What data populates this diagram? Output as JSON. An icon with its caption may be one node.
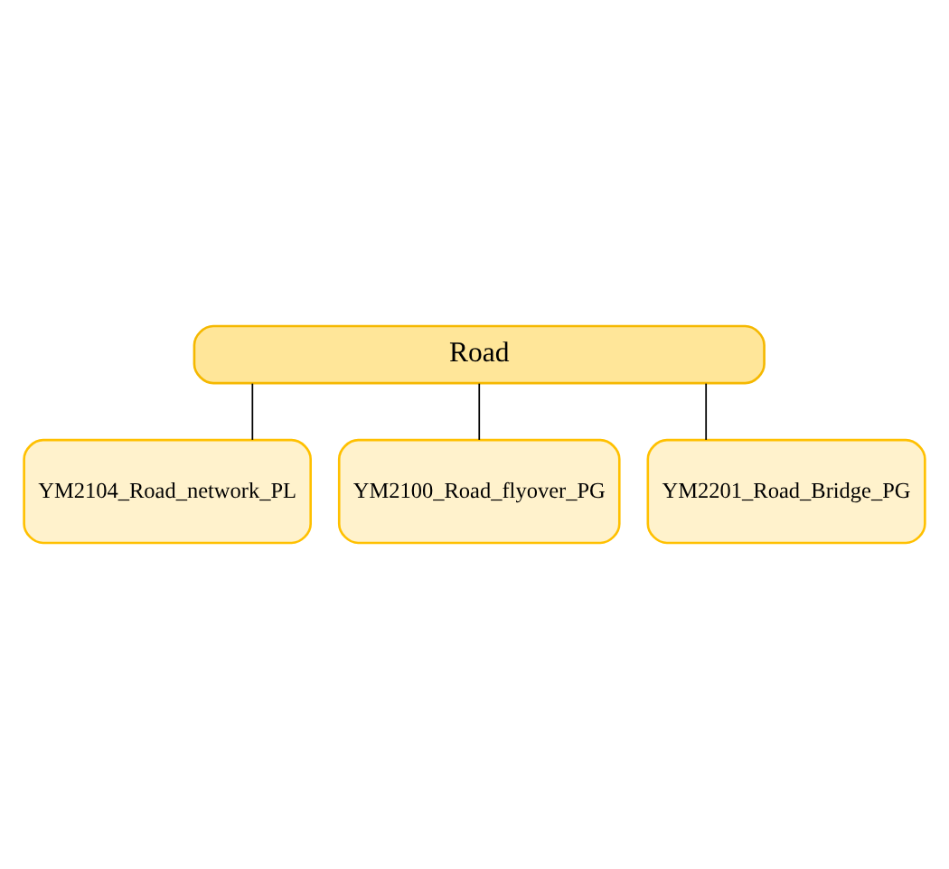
{
  "diagram": {
    "nodes": [
      {
        "text": [
          "Road"
        ]
      },
      {
        "text": [
          "YM2104_Road_network_PL"
        ]
      },
      {
        "text": [
          "YM2100_Road_flyover_PG"
        ]
      },
      {
        "text": [
          "YM2201_Road_Bridge_PG"
        ]
      }
    ],
    "edges": [
      {
        "from": 0,
        "to": 1,
        "arrow": "none"
      },
      {
        "from": 0,
        "to": 2,
        "arrow": "none"
      },
      {
        "from": 0,
        "to": 3,
        "arrow": "none"
      }
    ]
  }
}
